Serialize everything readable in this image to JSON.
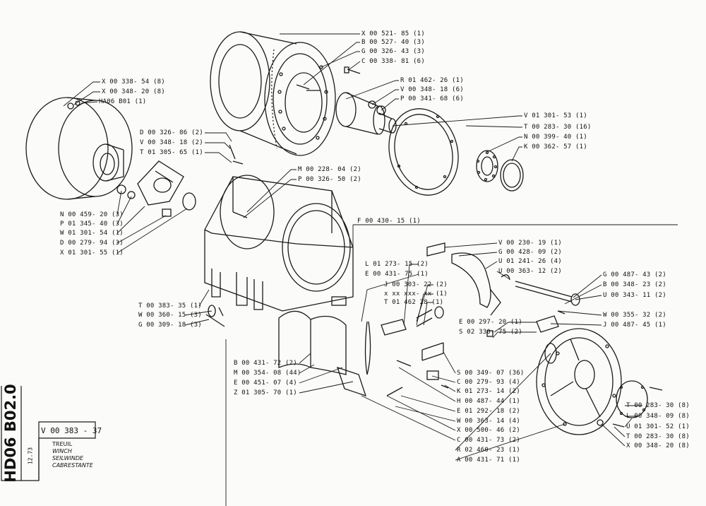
{
  "drawing_code": "HD06 B02.0",
  "date": "12.73",
  "part_ref": "V 00 383 - 37",
  "titles": [
    "TREUIL",
    "WINCH",
    "SEILWINDE",
    "CABRESTANTE"
  ],
  "callouts": [
    "X 00 521- 85 (1)",
    "B 00 527- 40 (3)",
    "G 00 326- 43 (3)",
    "C 00 338- 81 (6)",
    "R 01 462- 26 (1)",
    "V 00 348- 18 (6)",
    "P 00 341- 68 (6)",
    "V 01 301- 53 (1)",
    "T 00 283- 30 (16)",
    "N 00 399- 40 (1)",
    "K 00 362- 57 (1)",
    "X 00 338- 54 (8)",
    "X 00 348- 20 (8)",
    "HA06 B01 (1)",
    "D 00 326- 86 (2)",
    "V 00 348- 18 (2)",
    "T 01 305- 65 (1)",
    "M 00 228- 04 (2)",
    "P 00 326- 50 (2)",
    "N 00 459- 20 (3)",
    "P 01 345- 40 (3)",
    "W 01 301- 54 (1)",
    "D 00 279- 94 (3)",
    "X 01 301- 55 (1)",
    "F 00 430- 15 (1)",
    "V 00 230- 19 (1)",
    "G 00 428- 09 (2)",
    "U 01 241- 26 (4)",
    "U 00 363- 12 (2)",
    "L 01 273- 15 (2)",
    "E 00 431- 75 (1)",
    "G 00 487- 43 (2)",
    "B 00 348- 23 (2)",
    "U 00 343- 11 (2)",
    "J 00 303- 22 (2)",
    "x  xx xxx- xx (1)",
    "T 01 462  28 (1)",
    "W 00 355- 32 (2)",
    "T 00 383- 35 (1)",
    "W 00 360- 15 (3)",
    "G 00 309- 18 (3)",
    "E 00 297- 20 (1)",
    "J 00 487- 45 (1)",
    "S 02 330- 75 (2)",
    "B 00 431- 72 (2)",
    "M 00 354- 08 (44)",
    "E 00 451- 07 (4)",
    "Z 01 305- 70 (1)",
    "S 00 349- 07 (36)",
    "C 00 279- 93 (4)",
    "K 01 273- 14 (2)",
    "H 00 487- 44 (1)",
    "E 01 292- 18 (2)",
    "W 00 363- 14 (4)",
    "X 00 500- 46 (2)",
    "C 00 431- 73 (2)",
    "R 02 460- 23 (1)",
    "A 00 431- 71 (1)",
    "T 00 283- 30 (8)",
    "L 00 348- 09 (8)",
    "U 01 301- 52 (1)",
    "T 00 283- 30 (8)",
    "X 00 348- 20 (8)"
  ]
}
